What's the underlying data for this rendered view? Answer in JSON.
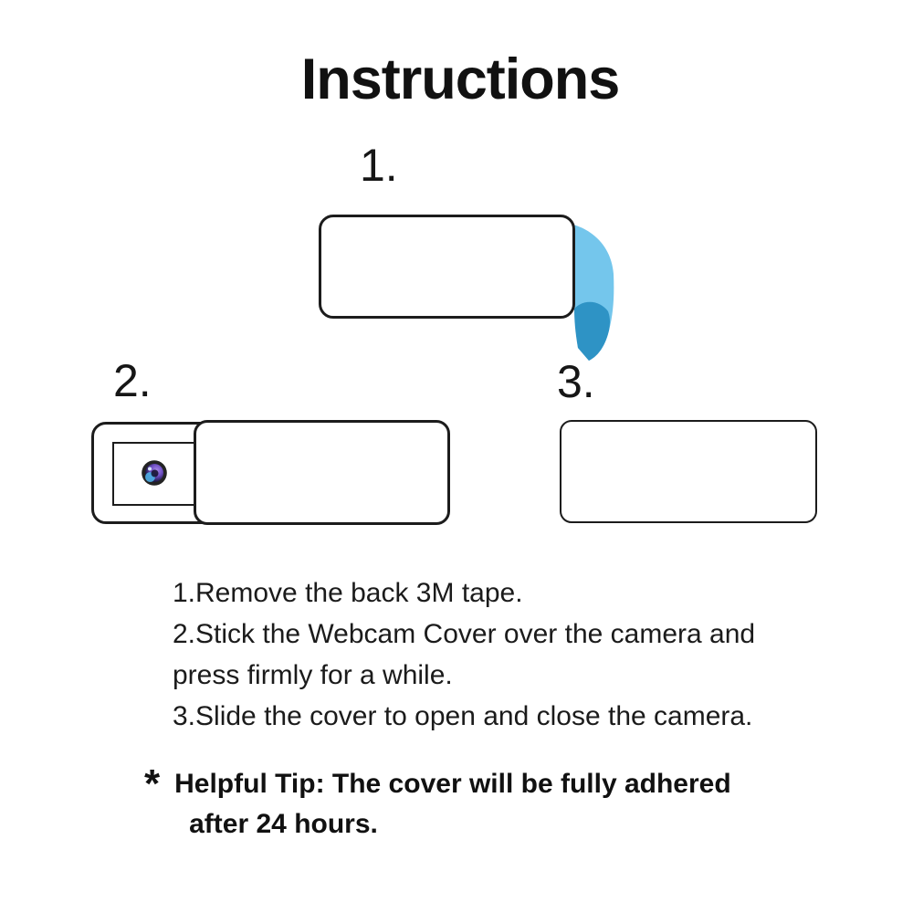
{
  "title": "Instructions",
  "steps": [
    {
      "number": "1."
    },
    {
      "number": "2."
    },
    {
      "number": "3."
    }
  ],
  "instructions": {
    "lines": [
      "1.Remove the back 3M tape.",
      "2.Stick the Webcam Cover over the camera and",
      "press firmly for a while.",
      "3.Slide the cover to open and close the camera."
    ]
  },
  "tip": {
    "marker": "*",
    "line1": "Helpful Tip: The cover will be fully adhered",
    "line2": "after 24 hours."
  },
  "colors": {
    "background": "#ffffff",
    "text": "#1a1a1a",
    "outline": "#1c1c1c",
    "tape_light": "#74c6ec",
    "tape_dark": "#2e93c5",
    "lens_ring": "#232323",
    "lens_purple": "#a98ae8",
    "lens_purple_deep": "#6f4fc4",
    "lens_navy": "#201a4a",
    "lens_dark": "#120e28",
    "lens_blue": "#4fb0e8",
    "lens_glint": "#dceeff"
  }
}
